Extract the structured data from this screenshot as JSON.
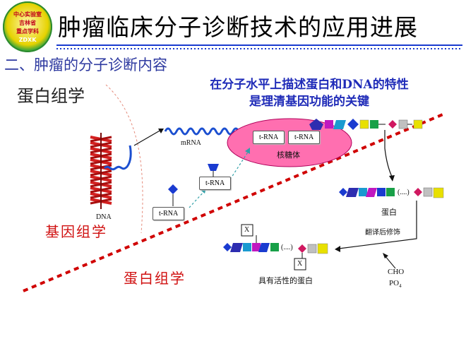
{
  "header": {
    "logo_lines": [
      "中心实验室",
      "吉林省",
      "重点学科",
      "ZDXK"
    ],
    "title": "肿瘤临床分子诊断技术的应用进展"
  },
  "subtitle": "二、肿瘤的分子诊断内容",
  "section_label": "蛋白组学",
  "note": {
    "line1": "在分子水平上描述蛋白和DNA的特性",
    "line2": "是理清基因功能的关键"
  },
  "diagram": {
    "dna": "DNA",
    "mrna": "mRNA",
    "trna": "t-RNA",
    "ribosome": "核糖体",
    "ellipsis": "(....)",
    "protein": "蛋白",
    "ptm": "翻译后修饰",
    "x": "X",
    "cho": "CHO",
    "po4": "PO",
    "po4_sub": "4",
    "active_protein": "具有活性的蛋白",
    "genomics": "基因组学",
    "proteomics": "蛋白组学"
  },
  "colors": {
    "accent_line": "#1a3bd0",
    "red_dash": "#d00000",
    "ribosome": "#ff6fb0",
    "dna_red": "#d42020",
    "dna_blue": "#1b4fd0"
  }
}
